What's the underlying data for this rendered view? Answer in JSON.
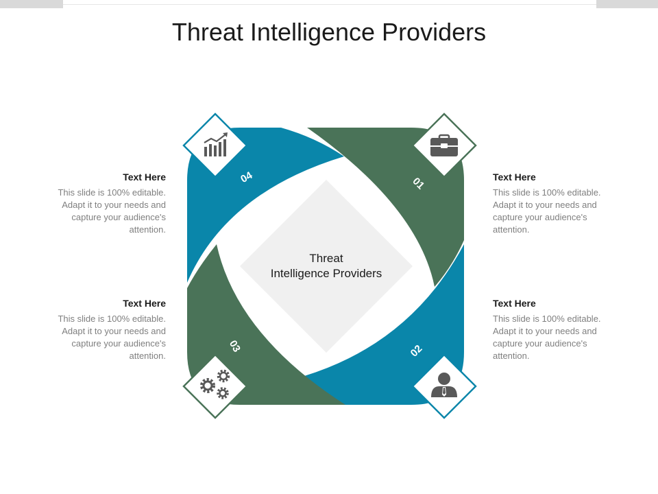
{
  "title": "Threat Intelligence Providers",
  "center": {
    "line1": "Threat",
    "line2": "Intelligence Providers"
  },
  "segments": [
    {
      "number": "01",
      "icon": "briefcase-icon",
      "color": "#4a7358"
    },
    {
      "number": "02",
      "icon": "user-icon",
      "color": "#0a86aa"
    },
    {
      "number": "03",
      "icon": "gears-icon",
      "color": "#4a7358"
    },
    {
      "number": "04",
      "icon": "growth-chart-icon",
      "color": "#0a86aa"
    }
  ],
  "blocks": {
    "top_left": {
      "heading": "Text Here",
      "body": "This slide is 100% editable. Adapt it to your needs and capture your audience's attention."
    },
    "bottom_left": {
      "heading": "Text Here",
      "body": "This slide is 100% editable. Adapt it to your needs and capture your audience's attention."
    },
    "top_right": {
      "heading": "Text Here",
      "body": "This slide is 100% editable. Adapt it to your needs and capture your audience's attention."
    },
    "bottom_right": {
      "heading": "Text Here",
      "body": "This slide is 100% editable. Adapt it to your needs and capture your audience's attention."
    }
  },
  "colors": {
    "green": "#4a7358",
    "blue": "#0a86aa",
    "center_fill": "#f0f0f0"
  }
}
